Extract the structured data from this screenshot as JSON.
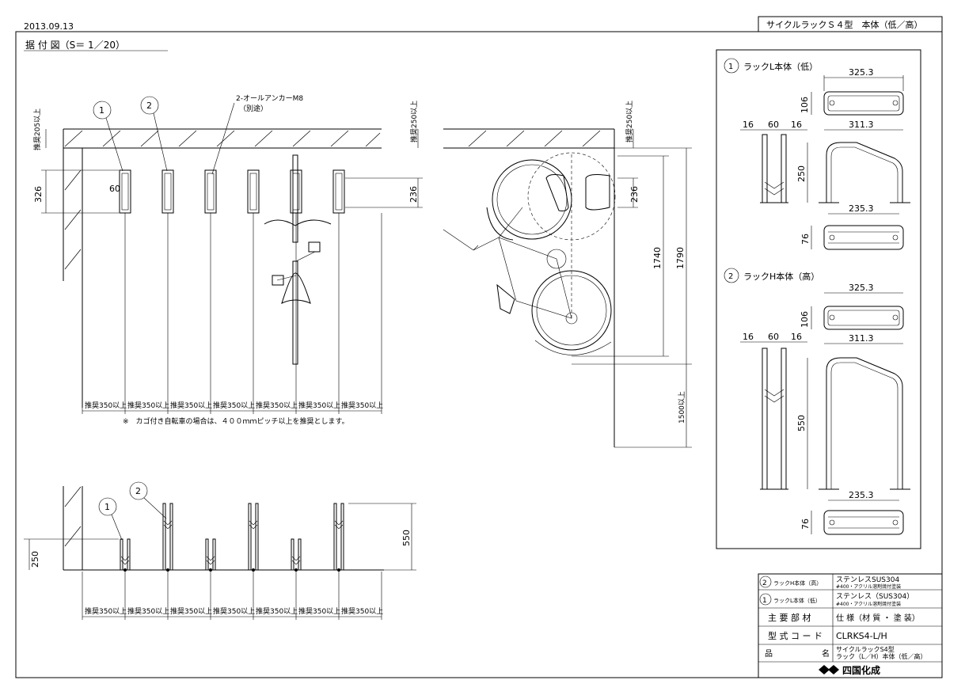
{
  "header": {
    "date": "2013.09.13",
    "title_box": "サイクルラックＳ４型　本体（低／高）"
  },
  "drawing": {
    "title": "据 付 図（S＝ 1／20）",
    "callout_1": "1",
    "callout_2": "2",
    "anchor_label": "2-オールアンカーM8",
    "anchor_sub": "（別途）",
    "note": "※　カゴ付き自転車の場合は、４００ｍｍピッチ以上を推奨とします。",
    "dims": {
      "rec_205": "推奨205以上",
      "rec_250_a": "推奨250以上",
      "rec_250_b": "推奨250以上",
      "d326": "326",
      "d60": "60",
      "d236_a": "236",
      "d236_b": "236",
      "d1740": "1740",
      "d1790": "1790",
      "d1500": "1500以上",
      "d250": "250",
      "d550": "550",
      "pitch": "推奨350以上"
    }
  },
  "detail": {
    "rack_l_title": "ラックL本体（低）",
    "rack_h_title": "ラックH本体（高）",
    "d325_3": "325.3",
    "d106": "106",
    "d16": "16",
    "d60": "60",
    "d311_3": "311.3",
    "d250": "250",
    "d550": "550",
    "d235_3": "235.3",
    "d76": "76"
  },
  "title_block": {
    "row2_part": "ラックH本体（高）",
    "row2_spec1": "ステンレスSUS304",
    "row2_spec2": "#400・アクリル溶剤焼付塗装",
    "row1_part": "ラックL本体（低）",
    "row1_spec1": "ステンレス（SUS304）",
    "row1_spec2": "#400・アクリル溶剤焼付塗装",
    "main_material": "主 要 部 材",
    "spec_header": "仕 様（材 質 ・ 塗 装）",
    "model_code_label": "型 式 コ ー ド",
    "model_code": "CLRKS4-L/H",
    "product_label_1": "品",
    "product_label_2": "名",
    "product_name_1": "サイクルラックS4型",
    "product_name_2": "ラック（L／H）本体（低／高）",
    "company": "四国化成"
  }
}
